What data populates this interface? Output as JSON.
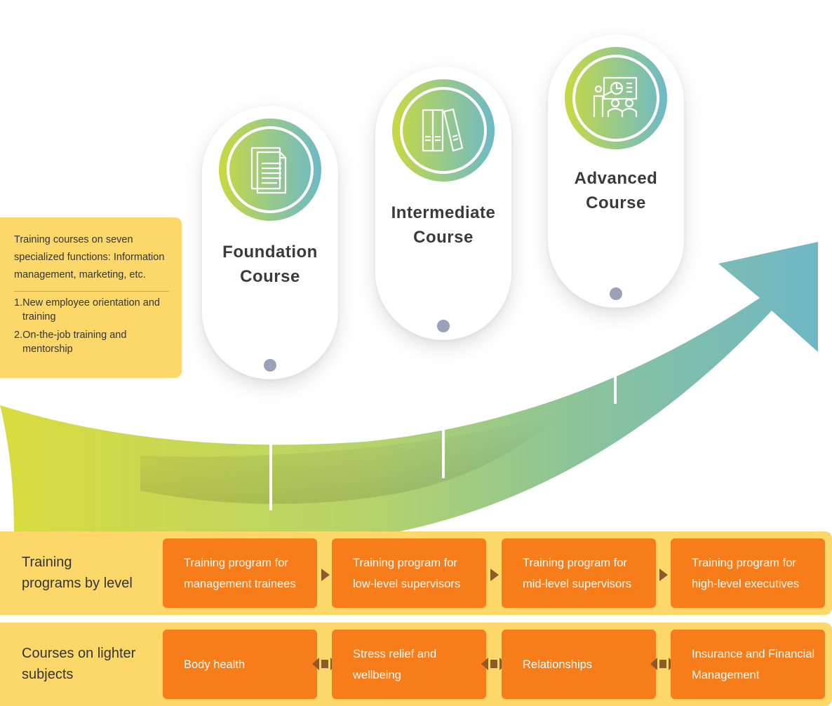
{
  "courses": [
    {
      "title_line1": "Foundation",
      "title_line2": "Course",
      "icon": "document-icon"
    },
    {
      "title_line1": "Intermediate",
      "title_line2": "Course",
      "icon": "books-icon"
    },
    {
      "title_line1": "Advanced",
      "title_line2": "Course",
      "icon": "presentation-icon"
    }
  ],
  "info_box": {
    "intro": "Training courses on seven specialized functions: Information management, marketing, etc.",
    "items": [
      "1.New employee orientation and training",
      "2.On-the-job training and mentorship"
    ]
  },
  "programs_by_level": {
    "label_line1": "Training",
    "label_line2": "programs by level",
    "items": [
      "Training program for management trainees",
      "Training program for low-level supervisors",
      "Training program for mid-level supervisors",
      "Training program for high-level executives"
    ]
  },
  "lighter_courses": {
    "label_line1": "Courses on lighter",
    "label_line2": "subjects",
    "items": [
      "Body health",
      "Stress relief and wellbeing",
      "Relationships",
      "Insurance and Financial Management"
    ]
  },
  "colors": {
    "arrow_start": "#d9dc3e",
    "arrow_mid": "#9cc98c",
    "arrow_end": "#71b8c7",
    "band": "#fcd86b",
    "program_box": "#f77c1a",
    "connector_arrow": "#8d5a2c",
    "dot": "#9aa1b8"
  }
}
